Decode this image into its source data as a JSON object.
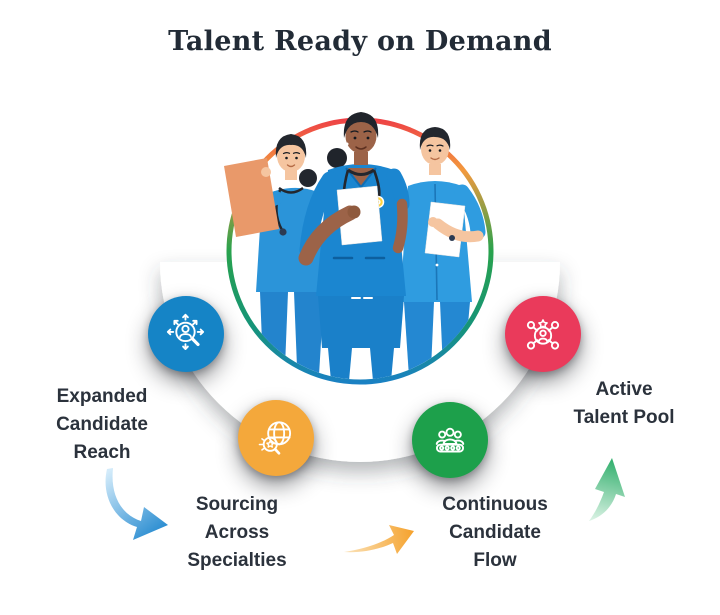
{
  "title": "Talent Ready on Demand",
  "illustration": {
    "name": "healthcare-team",
    "alt": "Three smiling healthcare professionals in blue scrubs holding clipboards, framed by a multicolor ring"
  },
  "steps": [
    {
      "id": "expanded-candidate-reach",
      "label": "Expanded Candidate Reach",
      "lines": [
        "Expanded",
        "Candidate",
        "Reach"
      ],
      "color": "#1584c6",
      "icon": "candidate-search-reach-icon"
    },
    {
      "id": "sourcing-across-specialties",
      "label": "Sourcing Across Specialties",
      "lines": [
        "Sourcing",
        "Across",
        "Specialties"
      ],
      "color": "#f4a83b",
      "icon": "globe-specialty-search-icon"
    },
    {
      "id": "continuous-candidate-flow",
      "label": "Continuous Candidate Flow",
      "lines": [
        "Continuous",
        "Candidate",
        "Flow"
      ],
      "color": "#1da04b",
      "icon": "candidate-conveyor-icon"
    },
    {
      "id": "active-talent-pool",
      "label": "Active Talent Pool",
      "lines": [
        "Active",
        "Talent Pool"
      ],
      "color": "#ea3a5b",
      "icon": "talent-network-icon"
    }
  ],
  "arrows": [
    {
      "id": "arrow-reach-to-sourcing",
      "direction": "down-right",
      "color": "#2e8fd2"
    },
    {
      "id": "arrow-sourcing-to-flow",
      "direction": "right",
      "color": "#f5a22d"
    },
    {
      "id": "arrow-flow-to-pool",
      "direction": "up",
      "color": "#2fae6b"
    }
  ],
  "ring_colors": [
    "#ee3e46",
    "#f2993d",
    "#28a24d",
    "#1a80c6"
  ]
}
